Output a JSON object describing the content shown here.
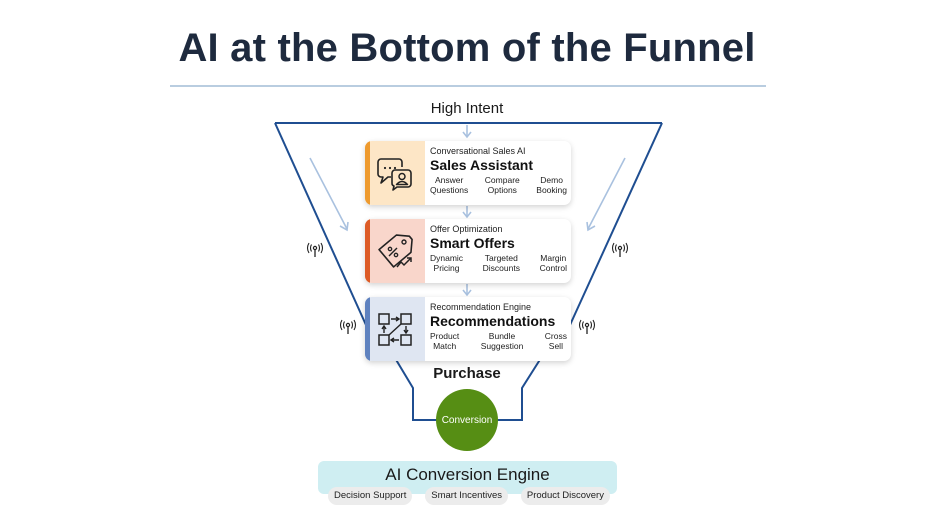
{
  "title": "AI at the Bottom of the Funnel",
  "stages": {
    "top": "High Intent",
    "bottom": "Purchase"
  },
  "cards": [
    {
      "kicker": "Conversational Sales AI",
      "name": "Sales Assistant",
      "icon": "chat-user-icon",
      "accent": "#ee9a2e",
      "panel": "#fde6c6",
      "features": [
        "Answer\nQuestions",
        "Compare\nOptions",
        "Demo\nBooking"
      ]
    },
    {
      "kicker": "Offer Optimization",
      "name": "Smart Offers",
      "icon": "price-tag-icon",
      "accent": "#dd5b26",
      "panel": "#f9d6cb",
      "features": [
        "Dynamic\nPricing",
        "Targeted\nDiscounts",
        "Margin\nControl"
      ]
    },
    {
      "kicker": "Recommendation Engine",
      "name": "Recommendations",
      "icon": "flow-network-icon",
      "accent": "#5f82bf",
      "panel": "#dfe6f2",
      "features": [
        "Product\nMatch",
        "Bundle\nSuggestion",
        "Cross\nSell"
      ]
    }
  ],
  "conversion": {
    "label": "Conversion",
    "color": "#568e14"
  },
  "engine": {
    "title": "AI Conversion Engine",
    "pills": [
      "Decision Support",
      "Smart Incentives",
      "Product Discovery"
    ]
  },
  "colors": {
    "funnel_line": "#1f4e91",
    "flow_arrow": "#a9c1df",
    "title_rule": "#b9cde0"
  }
}
